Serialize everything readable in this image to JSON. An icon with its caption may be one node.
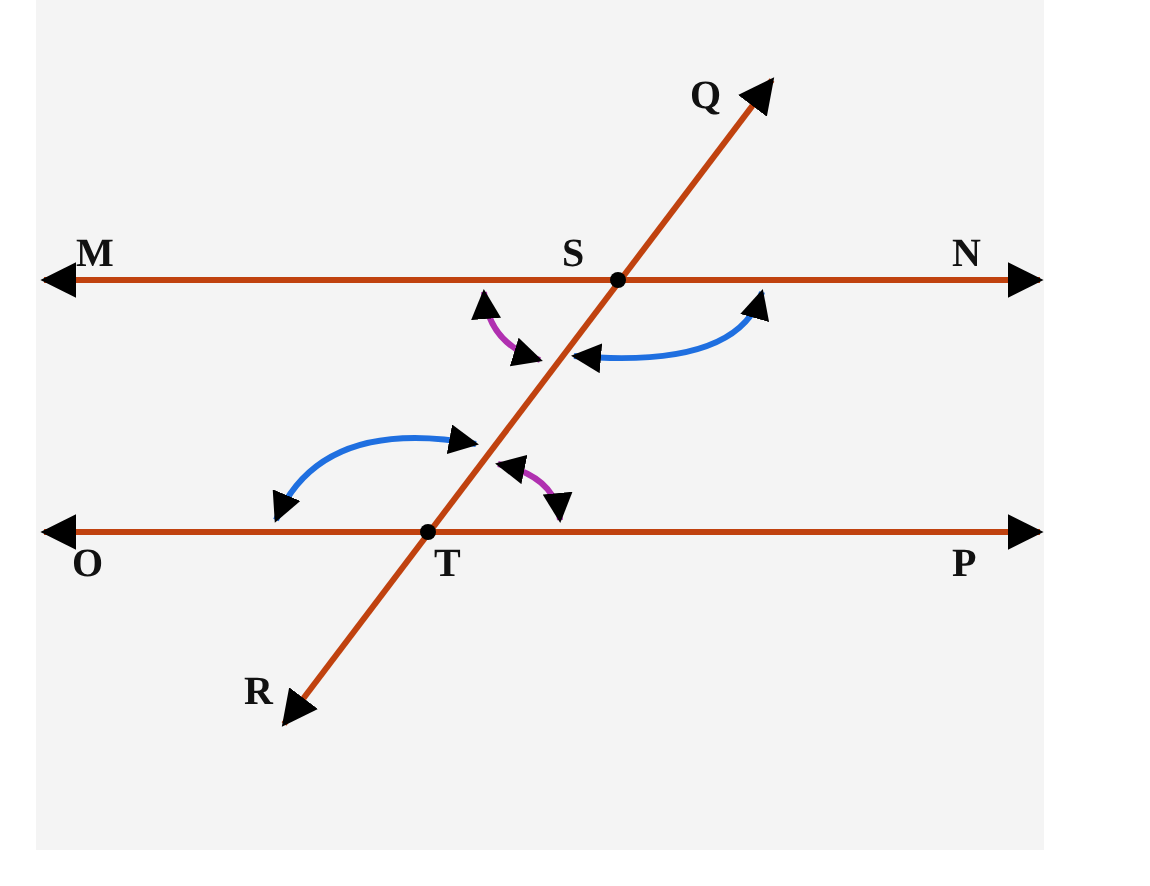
{
  "diagram": {
    "labels": [
      "Q",
      "M",
      "S",
      "N",
      "O",
      "T",
      "P",
      "R"
    ]
  }
}
